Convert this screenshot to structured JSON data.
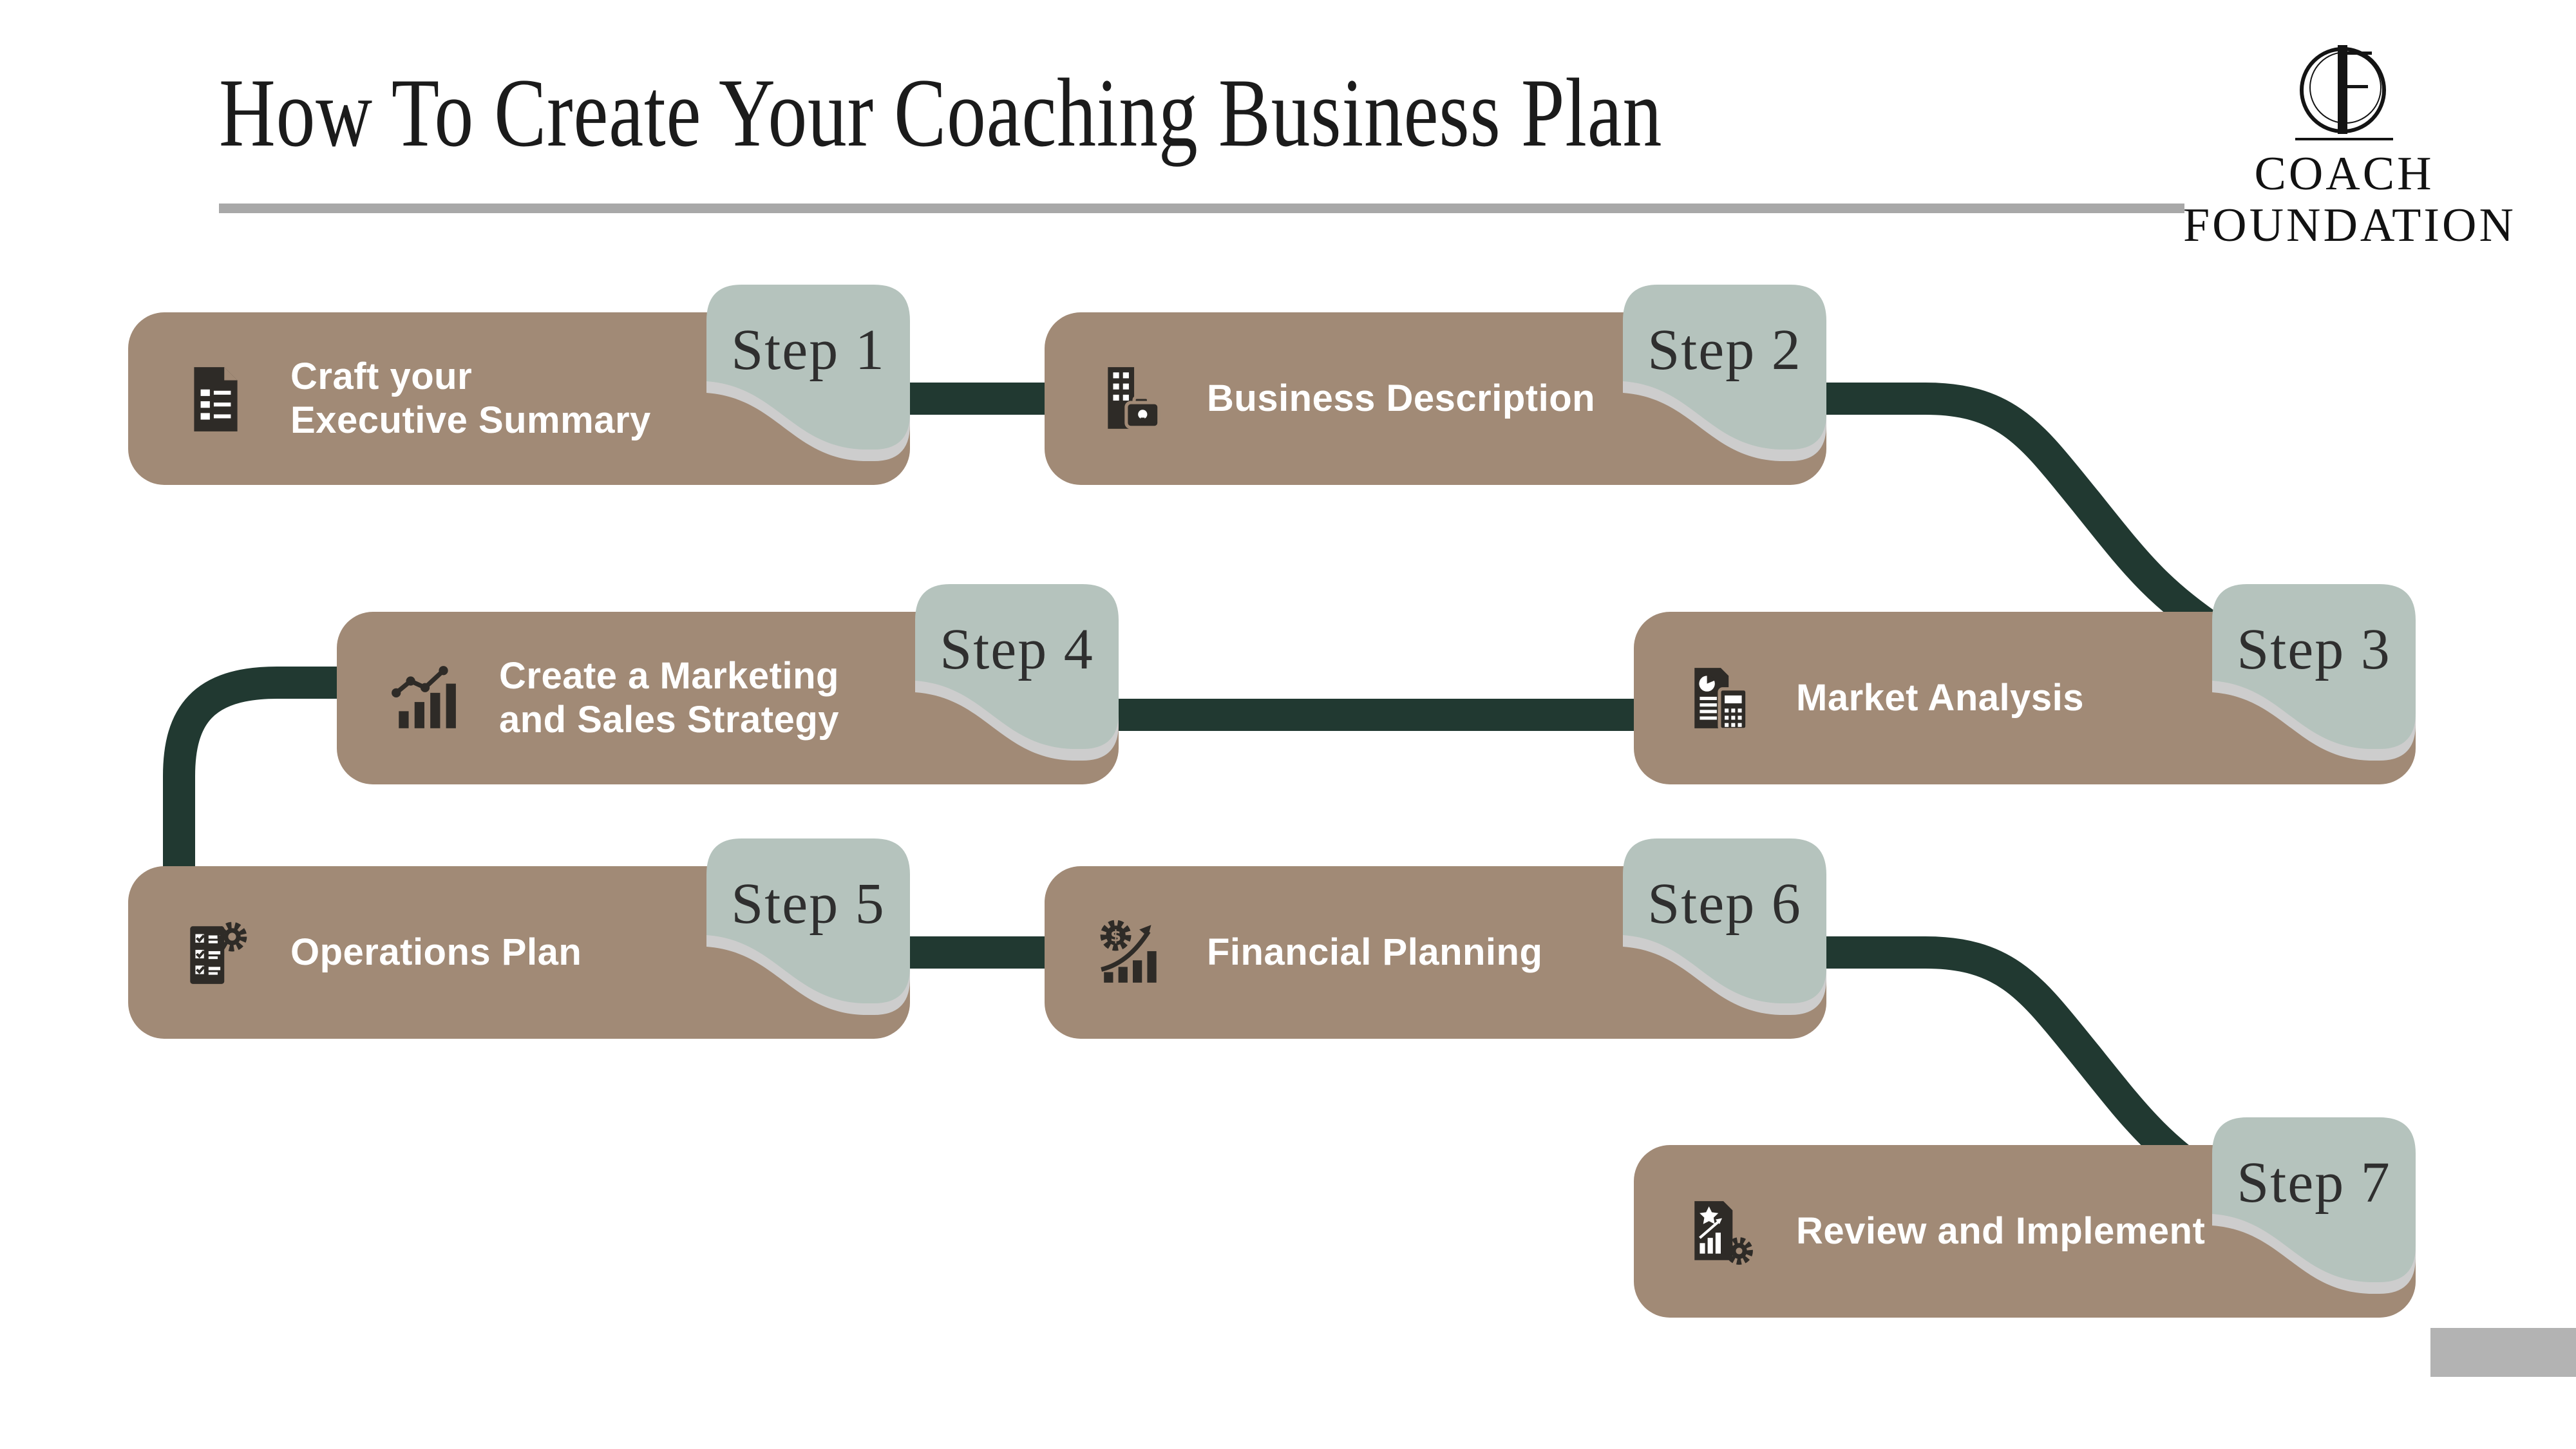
{
  "page": {
    "title": "How To Create Your Coaching Business Plan"
  },
  "logo": {
    "monogram": "CF",
    "name_line1": "COACH",
    "name_line2": "FOUNDATION"
  },
  "steps": [
    {
      "badge": "Step 1",
      "title": "Craft your\nExecutive Summary",
      "icon": "document-summary-icon"
    },
    {
      "badge": "Step 2",
      "title": "Business Description",
      "icon": "building-briefcase-icon"
    },
    {
      "badge": "Step 3",
      "title": "Market Analysis",
      "icon": "report-calculator-icon"
    },
    {
      "badge": "Step 4",
      "title": "Create a Marketing\nand Sales Strategy",
      "icon": "growth-chart-icon"
    },
    {
      "badge": "Step 5",
      "title": "Operations Plan",
      "icon": "checklist-gear-icon"
    },
    {
      "badge": "Step 6",
      "title": "Financial Planning",
      "icon": "finance-growth-icon"
    },
    {
      "badge": "Step 7",
      "title": "Review and Implement",
      "icon": "review-gear-icon"
    }
  ],
  "colors": {
    "card-brown": "#a18a76",
    "badge-sage": "#b5c3bd",
    "wave-gray": "#cdcdcd",
    "connector-green": "#213931",
    "icon-dark": "#2e2b27",
    "title-dark": "#1b1b1b",
    "underline-gray": "#a8a8a8",
    "corner-gray": "#b3b3b3",
    "card-text": "#ffffff",
    "badge-text": "#2f2f2f"
  }
}
